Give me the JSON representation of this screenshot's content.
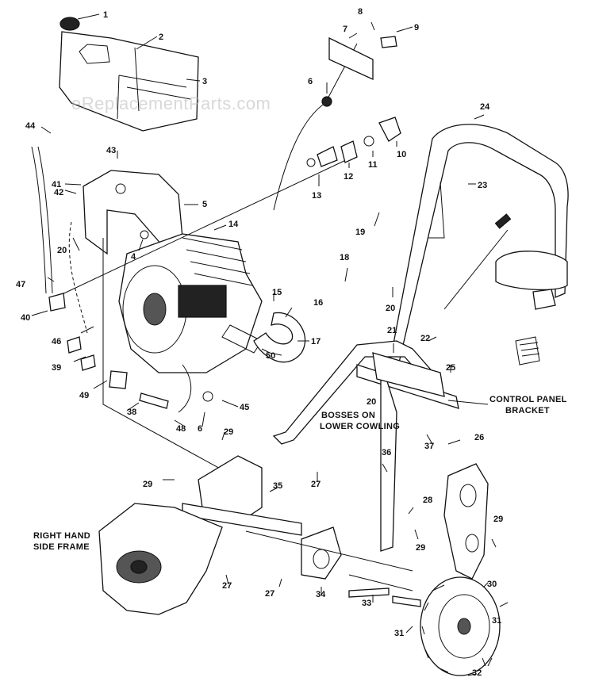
{
  "watermark": "eReplacementParts.com",
  "callouts": {
    "c1": "1",
    "c2": "2",
    "c3": "3",
    "c4": "4",
    "c5": "5",
    "c6a": "6",
    "c6b": "6",
    "c7": "7",
    "c8": "8",
    "c9": "9",
    "c10": "10",
    "c11": "11",
    "c12": "12",
    "c13": "13",
    "c14": "14",
    "c15": "15",
    "c16": "16",
    "c17": "17",
    "c18": "18",
    "c19": "19",
    "c20a": "20",
    "c20b": "20",
    "c20c": "20",
    "c21": "21",
    "c22": "22",
    "c23": "23",
    "c24": "24",
    "c25": "25",
    "c26": "26",
    "c27a": "27",
    "c27b": "27",
    "c27c": "27",
    "c28": "28",
    "c29a": "29",
    "c29b": "29",
    "c29c": "29",
    "c29d": "29",
    "c30": "30",
    "c31a": "31",
    "c31b": "31",
    "c32": "32",
    "c33": "33",
    "c34": "34",
    "c35": "35",
    "c36": "36",
    "c37": "37",
    "c38": "38",
    "c39": "39",
    "c40": "40",
    "c41": "41",
    "c42": "42",
    "c43": "43",
    "c44": "44",
    "c45": "45",
    "c46": "46",
    "c47": "47",
    "c48": "48",
    "c49": "49",
    "c50": "50"
  },
  "notes": {
    "control_panel_1": "CONTROL PANEL",
    "control_panel_2": "BRACKET",
    "bosses_1": "BOSSES ON",
    "bosses_2": "LOWER COWLING",
    "side_frame_1": "RIGHT HAND",
    "side_frame_2": "SIDE FRAME"
  }
}
